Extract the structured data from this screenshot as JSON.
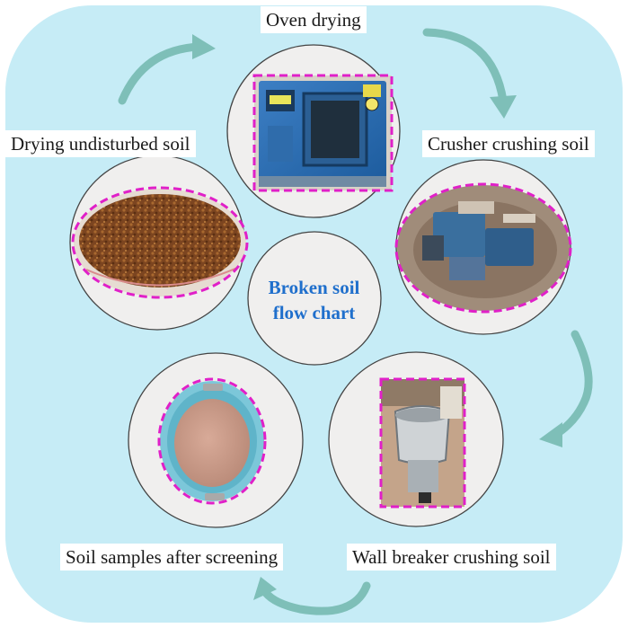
{
  "diagram": {
    "center_title_line1": "Broken soil",
    "center_title_line2": "flow chart",
    "stages": [
      {
        "label": "Oven drying",
        "photo": "oven-photo"
      },
      {
        "label": "Crusher crushing soil",
        "photo": "crusher-photo"
      },
      {
        "label": "Wall breaker crushing soil",
        "photo": "wall-breaker-photo"
      },
      {
        "label": "Soil samples after screening",
        "photo": "sieved-soil-photo"
      },
      {
        "label": "Drying undisturbed soil",
        "photo": "dried-soil-photo"
      }
    ]
  },
  "colors": {
    "background": "#c6ecf6",
    "circle_fill": "#f0efee",
    "dash_outline": "#e020c8",
    "arrow": "#7ebfb8",
    "title_text": "#1f6fcc"
  },
  "icons": [
    "cycle-arrow-icon"
  ]
}
